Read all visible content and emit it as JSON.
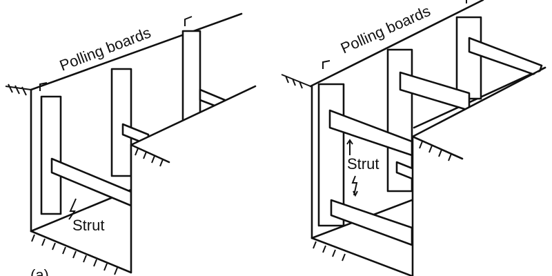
{
  "figure_left": {
    "title_label": "Polling boards",
    "strut_label": "Strut",
    "caption": "(a)"
  },
  "figure_right": {
    "title_label": "Polling boards",
    "strut_label": "Strut"
  }
}
